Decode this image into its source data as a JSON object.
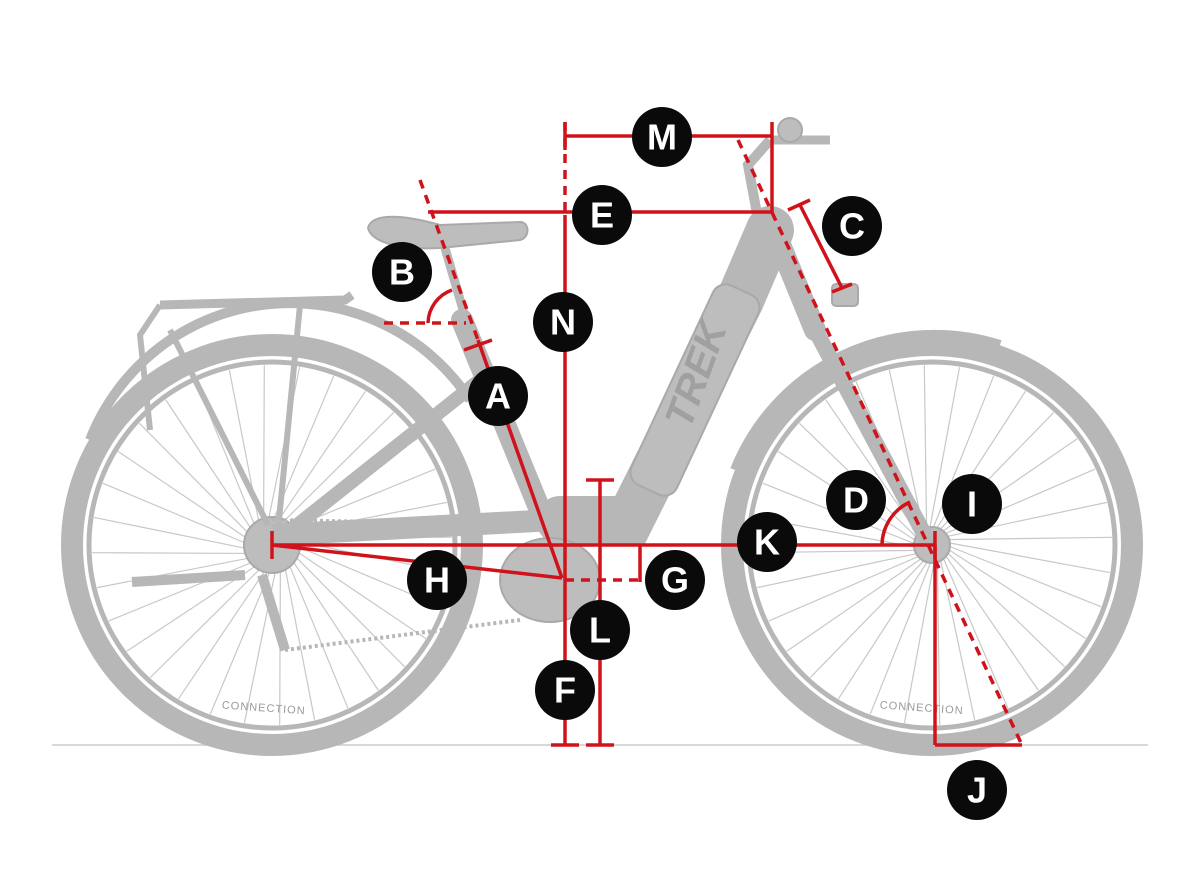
{
  "colors": {
    "accent": "#d0121b",
    "badge": "#0a0a0a",
    "bike": "#b7b7b7",
    "ground": "#cccccc"
  },
  "labels": {
    "A": "A",
    "B": "B",
    "C": "C",
    "D": "D",
    "E": "E",
    "F": "F",
    "G": "G",
    "H": "H",
    "I": "I",
    "J": "J",
    "K": "K",
    "L": "L",
    "M": "M",
    "N": "N"
  },
  "bike_text": {
    "frame": "TREK",
    "tire_rear": "CONNECTION",
    "tire_front": "CONNECTION"
  }
}
